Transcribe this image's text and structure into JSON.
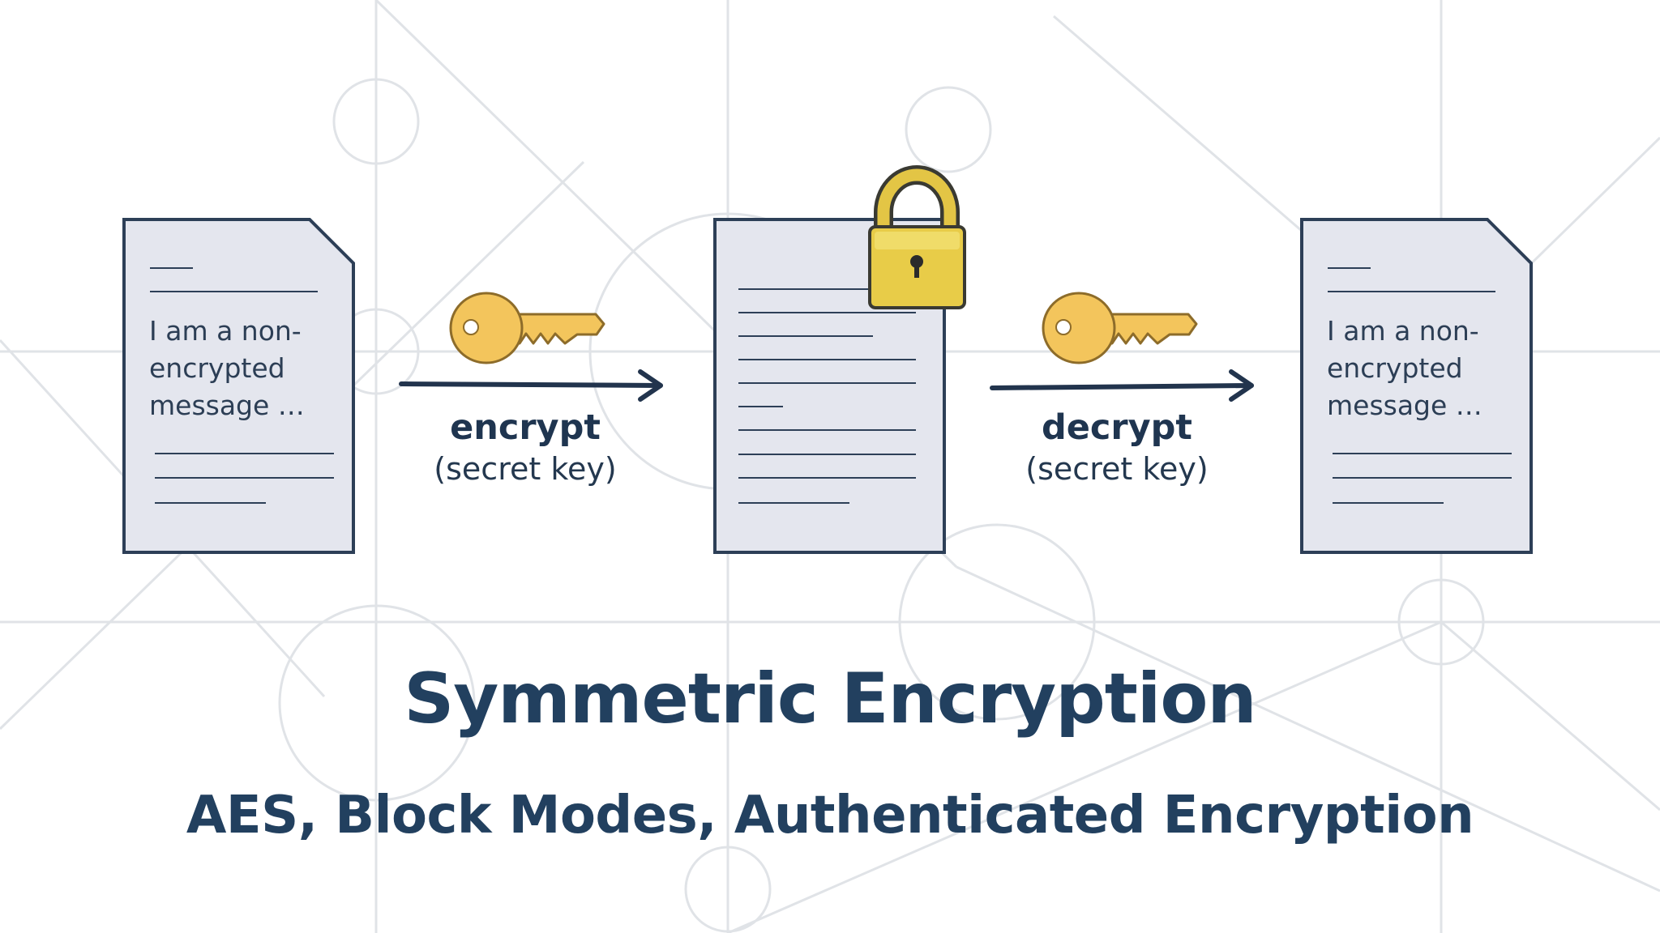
{
  "colors": {
    "ink": "#22405f",
    "paper": "#e3e6ee",
    "paper_border": "#2d3f57",
    "key_gold": "#f5c95c",
    "lock_gold": "#e8c94c",
    "background_network": "#dcdfe3"
  },
  "documents": [
    {
      "id": "plaintext",
      "text": "I am a non-\nencrypted\nmessage …"
    },
    {
      "id": "ciphertext",
      "text": ""
    },
    {
      "id": "decrypted",
      "text": "I am a non-\nencrypted\nmessage …"
    }
  ],
  "operations": [
    {
      "verb": "encrypt",
      "detail": "(secret key)",
      "icon": "key-icon"
    },
    {
      "verb": "decrypt",
      "detail": "(secret key)",
      "icon": "key-icon"
    }
  ],
  "lock_icon": "padlock-icon",
  "title": "Symmetric Encryption",
  "subtitle": "AES, Block Modes, Authenticated Encryption"
}
